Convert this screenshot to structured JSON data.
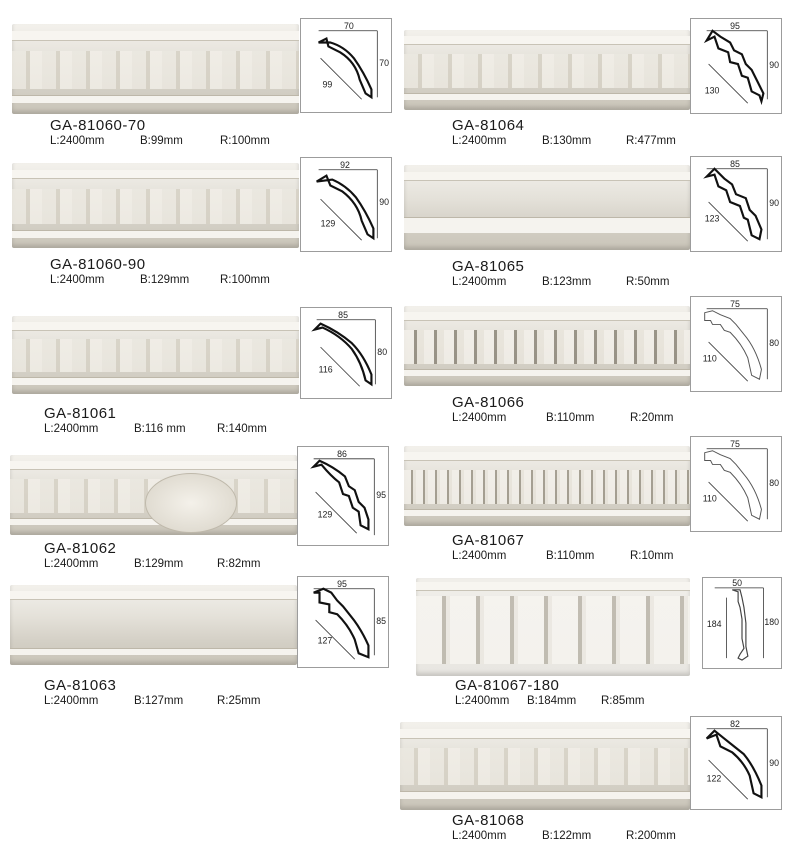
{
  "products": [
    {
      "code": "GA-81060-70",
      "length": "L:2400mm",
      "b": "B:99mm",
      "r": "R:100mm",
      "dims": [
        "70",
        "70",
        "99"
      ]
    },
    {
      "code": "GA-81060-90",
      "length": "L:2400mm",
      "b": "B:129mm",
      "r": "R:100mm",
      "dims": [
        "92",
        "90",
        "129"
      ]
    },
    {
      "code": "GA-81061",
      "length": "L:2400mm",
      "b": "B:116 mm",
      "r": "R:140mm",
      "dims": [
        "85",
        "80",
        "116"
      ]
    },
    {
      "code": "GA-81062",
      "length": "L:2400mm",
      "b": "B:129mm",
      "r": "R:82mm",
      "dims": [
        "86",
        "95",
        "129"
      ]
    },
    {
      "code": "GA-81063",
      "length": "L:2400mm",
      "b": "B:127mm",
      "r": "R:25mm",
      "dims": [
        "95",
        "85",
        "127"
      ]
    },
    {
      "code": "GA-81064",
      "length": "L:2400mm",
      "b": "B:130mm",
      "r": "R:477mm",
      "dims": [
        "95",
        "90",
        "130"
      ]
    },
    {
      "code": "GA-81065",
      "length": "L:2400mm",
      "b": "B:123mm",
      "r": "R:50mm",
      "dims": [
        "85",
        "90",
        "123"
      ]
    },
    {
      "code": "GA-81066",
      "length": "L:2400mm",
      "b": "B:110mm",
      "r": "R:20mm",
      "dims": [
        "75",
        "80",
        "110"
      ]
    },
    {
      "code": "GA-81067",
      "length": "L:2400mm",
      "b": "B:110mm",
      "r": "R:10mm",
      "dims": [
        "75",
        "80",
        "110"
      ]
    },
    {
      "code": "GA-81067-180",
      "length": "L:2400mm",
      "b": "B:184mm",
      "r": "R:85mm",
      "dims": [
        "50",
        "180",
        "184"
      ]
    },
    {
      "code": "GA-81068",
      "length": "L:2400mm",
      "b": "B:122mm",
      "r": "R:200mm",
      "dims": [
        "82",
        "90",
        "122"
      ]
    }
  ]
}
